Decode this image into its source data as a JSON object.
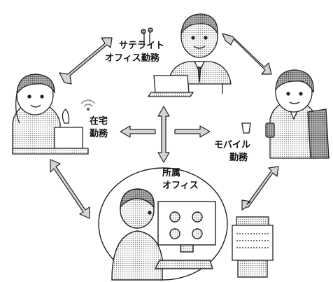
{
  "labels": {
    "satellite_line1": "サテライト",
    "satellite_line2": "オフィス勤務",
    "home_line1": "在宅",
    "home_line2": "勤務",
    "mobile_line1": "モバイル",
    "mobile_line2": "勤務",
    "office_line1": "所属",
    "office_line2": "オフィス"
  },
  "colors": {
    "line": "#222222",
    "tone_light": "#e2e2e2",
    "tone_mid": "#c8c8c8",
    "tone_dark": "#6a6a6a",
    "hair": "#2a2a2a",
    "arrow_fill": "#d4d4d4"
  },
  "icons": [
    "person-satellite-office-icon",
    "person-home-icon",
    "person-mobile-icon",
    "person-office-icon",
    "printer-icon",
    "wifi-icon"
  ]
}
